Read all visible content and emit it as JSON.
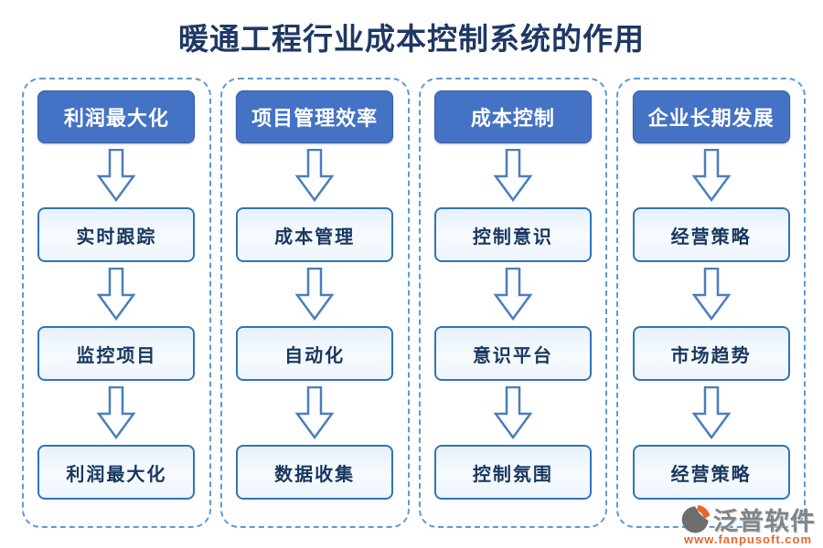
{
  "title": "暖通工程行业成本控制系统的作用",
  "columns": [
    {
      "header": "利润最大化",
      "steps": [
        "实时跟踪",
        "监控项目",
        "利润最大化"
      ]
    },
    {
      "header": "项目管理效率",
      "steps": [
        "成本管理",
        "自动化",
        "数据收集"
      ]
    },
    {
      "header": "成本控制",
      "steps": [
        "控制意识",
        "意识平台",
        "控制氛围"
      ]
    },
    {
      "header": "企业长期发展",
      "steps": [
        "经营策略",
        "市场趋势",
        "经营策略"
      ]
    }
  ],
  "logo": {
    "name": "泛普软件",
    "url": "www.fanpusoft.com"
  },
  "colors": {
    "header_fill": "#4472C4",
    "step_border": "#2E75B6",
    "step_text": "#17375E",
    "dashed_border": "#5B9BD5",
    "title_text": "#1F3864",
    "logo_orange": "#E8662C",
    "logo_gray": "#848484"
  }
}
